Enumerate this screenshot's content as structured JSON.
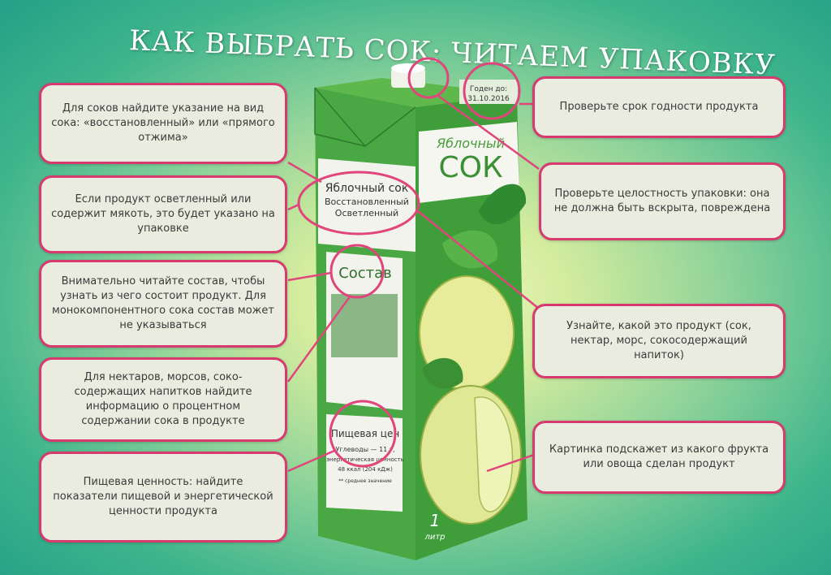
{
  "title": "КАК ВЫБРАТЬ СОК: ЧИТАЕМ УПАКОВКУ",
  "callouts": {
    "juice_type": "Для соков найдите указание на вид сока: «восстановленный» или «прямого отжима»",
    "clarified": "Если продукт осветленный или содержит мякоть, это будет указано на упаковке",
    "composition": "Внимательно читайте состав, чтобы узнать из чего состоит продукт. Для монокомпонентного сока состав может не указываться",
    "nectar": "Для нектаров, морсов, соко-содержащих напитков найдите информацию о процентном содержании сока в продукте",
    "nutrition": "Пищевая ценность: найдите показатели пищевой и энергетической ценности продукта",
    "expiry": "Проверьте срок годности продукта",
    "integrity": "Проверьте целостность упаковки: она не должна быть вскрыта, повреждена",
    "product_kind": "Узнайте, какой это продукт (сок, нектар, морс, сокосодержащий напиток)",
    "picture": "Картинка подскажет из какого фрукта или овоща сделан продукт"
  },
  "package": {
    "brand_line1": "Яблочный",
    "brand_line2": "СОК",
    "label_line1": "Яблочный сок",
    "label_line2": "Восстановленный",
    "label_line3": "Осветленный",
    "expiry_label": "Годен до:",
    "expiry_date": "31.10.2016",
    "composition_title": "Состав",
    "nutrition_title": "Пищевая цен",
    "nutrition_line1": "Углеводы — 11 г,",
    "nutrition_line2": "энергетическая ценность",
    "nutrition_line3": "48 ккал (204 кДж)",
    "nutrition_line4": "** среднее значение",
    "volume_number": "1",
    "volume_unit": "литр"
  },
  "colors": {
    "callout_border": "#d63a6e",
    "callout_fill": "#e9ecdf",
    "pack_green": "#2f9a3f",
    "pack_light": "#6fc15a"
  }
}
